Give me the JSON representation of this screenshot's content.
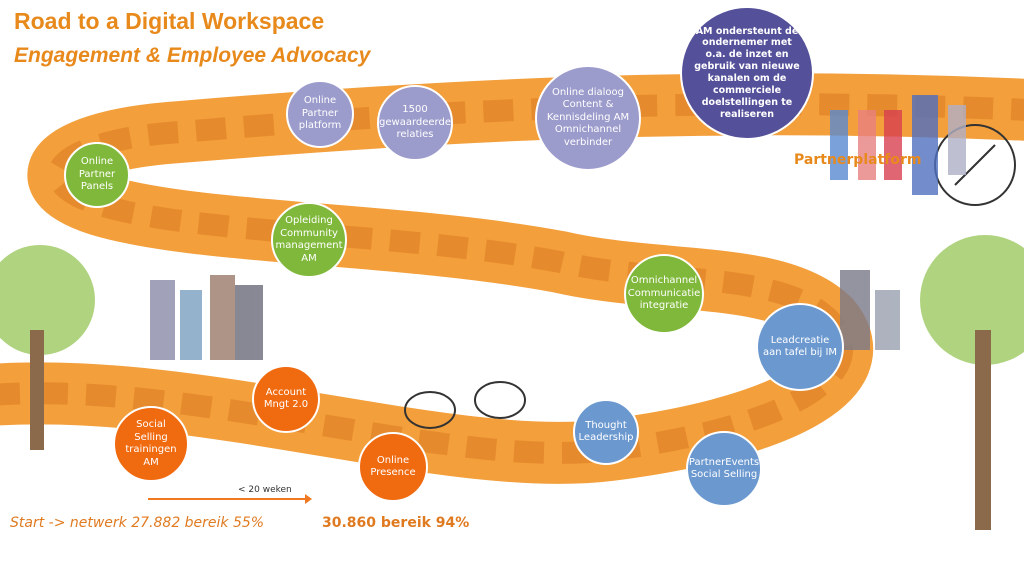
{
  "title": "Road to a Digital Workspace",
  "subtitle": "Engagement & Employee Advocacy",
  "milestones": {
    "online_partner_panels": "Online Partner Panels",
    "online_partner_platform": "Online Partner platform",
    "relaties": "1500 gewaardeerde relaties",
    "online_dialoog": "Online dialoog Content & Kennisdeling AM Omnichannel verbinder",
    "am_ondersteunt": "AM ondersteunt de ondernemer met o.a. de inzet en gebruik van nieuwe kanalen om de commerciele doelstellingen te realiseren",
    "opleiding": "Opleiding Community management AM",
    "omnichannel": "Omnichannel Communicatie integratie",
    "leadcreatie": "Leadcreatie aan tafel bij IM",
    "thought": "Thought Leadership",
    "partnerevents": "PartnerEvents Social Selling",
    "account": "Account Mngt 2.0",
    "social_selling": "Social Selling trainingen AM",
    "online_presence": "Online Presence"
  },
  "partnerplatform_label": "Partnerplatform",
  "timeline": {
    "duration": "< 20 weken",
    "start": "Start -> netwerk 27.882 bereik 55%",
    "end": "30.860 bereik 94%"
  },
  "colors": {
    "accent": "#e8891c",
    "green": "#7fb83a",
    "lavender": "#9b9bcc",
    "dark": "#54509a",
    "blue": "#6b98cf",
    "orange": "#f06a10"
  }
}
